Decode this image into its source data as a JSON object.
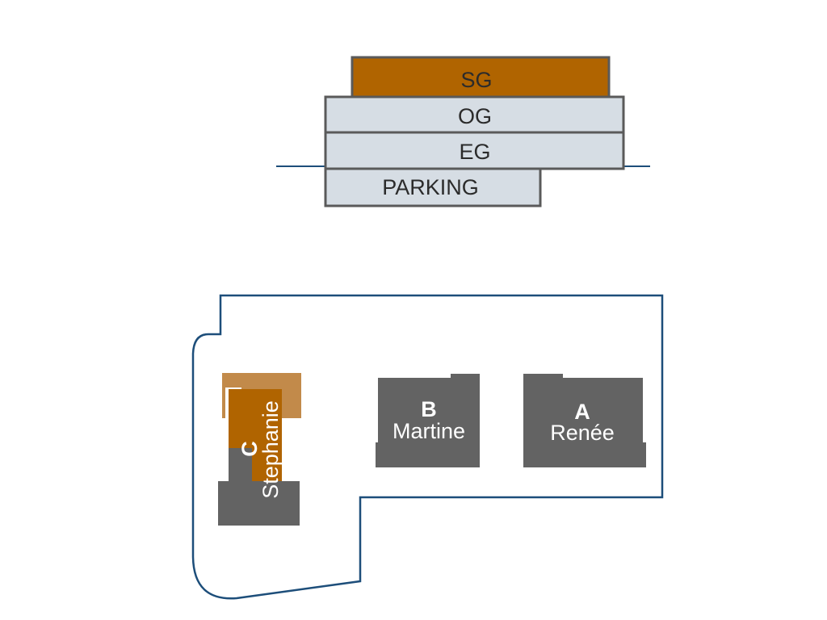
{
  "colors": {
    "highlight": "#b06400",
    "highlight_light": "#c28a4a",
    "floor_fill": "#d6dde4",
    "floor_stroke": "#5a5a5a",
    "building_fill": "#636363",
    "outline": "#1d4e7a"
  },
  "section_diagram": {
    "floors": [
      {
        "label": "SG",
        "highlighted": true
      },
      {
        "label": "OG",
        "highlighted": false
      },
      {
        "label": "EG",
        "highlighted": false
      },
      {
        "label": "PARKING",
        "highlighted": false
      }
    ]
  },
  "site_plan": {
    "buildings": [
      {
        "letter": "C",
        "name": "Stephanie",
        "highlighted": true
      },
      {
        "letter": "B",
        "name": "Martine",
        "highlighted": false
      },
      {
        "letter": "A",
        "name": "Renée",
        "highlighted": false
      }
    ]
  }
}
